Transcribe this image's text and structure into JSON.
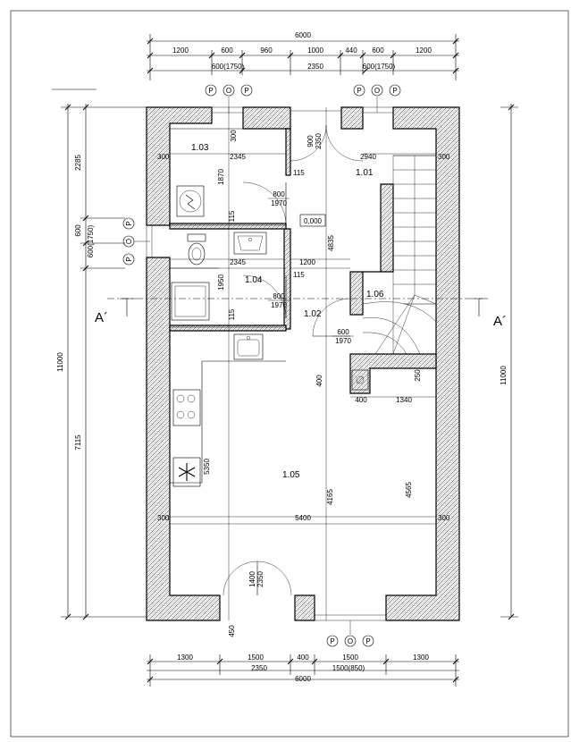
{
  "drawing": {
    "top_dims": {
      "overall": "6000",
      "row1": [
        "1200",
        "600",
        "960",
        "1000",
        "440",
        "600",
        "1200"
      ],
      "row2": [
        "600(1750)",
        "2350",
        "600(1750)"
      ]
    },
    "bottom_dims": {
      "row1": [
        "1300",
        "1500",
        "400",
        "1500",
        "1300"
      ],
      "row2": [
        "2350",
        "1500(850)"
      ],
      "overall": "6000"
    },
    "left_dims": {
      "overall": "11000",
      "segments": [
        "2285",
        "600",
        "600(1750)",
        "7115"
      ]
    },
    "right_dims": {
      "overall": "11000"
    },
    "rooms": [
      {
        "id": "r103",
        "label": "1.03"
      },
      {
        "id": "r101",
        "label": "1.01"
      },
      {
        "id": "r104",
        "label": "1.04"
      },
      {
        "id": "r102",
        "label": "1.02"
      },
      {
        "id": "r106",
        "label": "1.06"
      },
      {
        "id": "r105",
        "label": "1.05"
      }
    ],
    "level_mark": "0,000",
    "section_marks": [
      "A´",
      "A´"
    ],
    "window_tags": [
      "P",
      "O",
      "P"
    ],
    "doors": [
      {
        "w": "800",
        "h": "1970"
      },
      {
        "w": "800",
        "h": "1970"
      },
      {
        "w": "600",
        "h": "1970"
      },
      {
        "w": "1400",
        "h": "2350"
      },
      {
        "w": "900",
        "h": "2350"
      }
    ],
    "interior_dims": {
      "d2345a": "2345",
      "d2940": "2940",
      "d1870": "1870",
      "d300a": "300",
      "d300b": "300",
      "d115a": "115",
      "d115b": "115",
      "d115c": "115",
      "d115d": "115",
      "d4835": "4835",
      "d2345b": "2345",
      "d1200": "1200",
      "d1950": "1950",
      "d400a": "400",
      "d400b": "400",
      "d1340": "1340",
      "d250": "250",
      "d5350": "5350",
      "d4165": "4165",
      "d4565": "4565",
      "d5400": "5400",
      "d300c": "300",
      "d300d": "300",
      "d300e": "300",
      "d450": "450"
    }
  }
}
